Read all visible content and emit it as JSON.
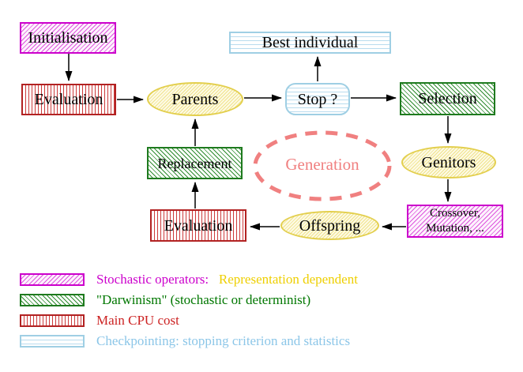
{
  "diagram": {
    "nodes": {
      "initialisation": "Initialisation",
      "evaluation_top": "Evaluation",
      "parents": "Parents",
      "best_individual": "Best individual",
      "stop": "Stop ?",
      "selection": "Selection",
      "genitors": "Genitors",
      "crossover_line1": "Crossover,",
      "crossover_line2": "Mutation, ...",
      "offspring": "Offspring",
      "evaluation_bottom": "Evaluation",
      "replacement": "Replacement",
      "generation": "Generation"
    },
    "legend": {
      "stochastic_label": "Stochastic operators:",
      "stochastic_note": "Representation dependent",
      "darwinism_label": "\"Darwinism\" (stochastic or determinist)",
      "cpu_label": "Main CPU cost",
      "checkpointing_label": "Checkpointing: stopping criterion and statistics"
    },
    "colors": {
      "magenta": "#cc00cc",
      "green_border": "#1e7a1e",
      "green_text": "#007700",
      "red_border": "#b22222",
      "red_text": "#cc2222",
      "cyan_border": "#9fcfe4",
      "cyan_text": "#8cc6e8",
      "yellow_border": "#e3cf4e",
      "gold_text": "#eecf00",
      "coral": "#f08080",
      "arrow": "#000000"
    }
  }
}
